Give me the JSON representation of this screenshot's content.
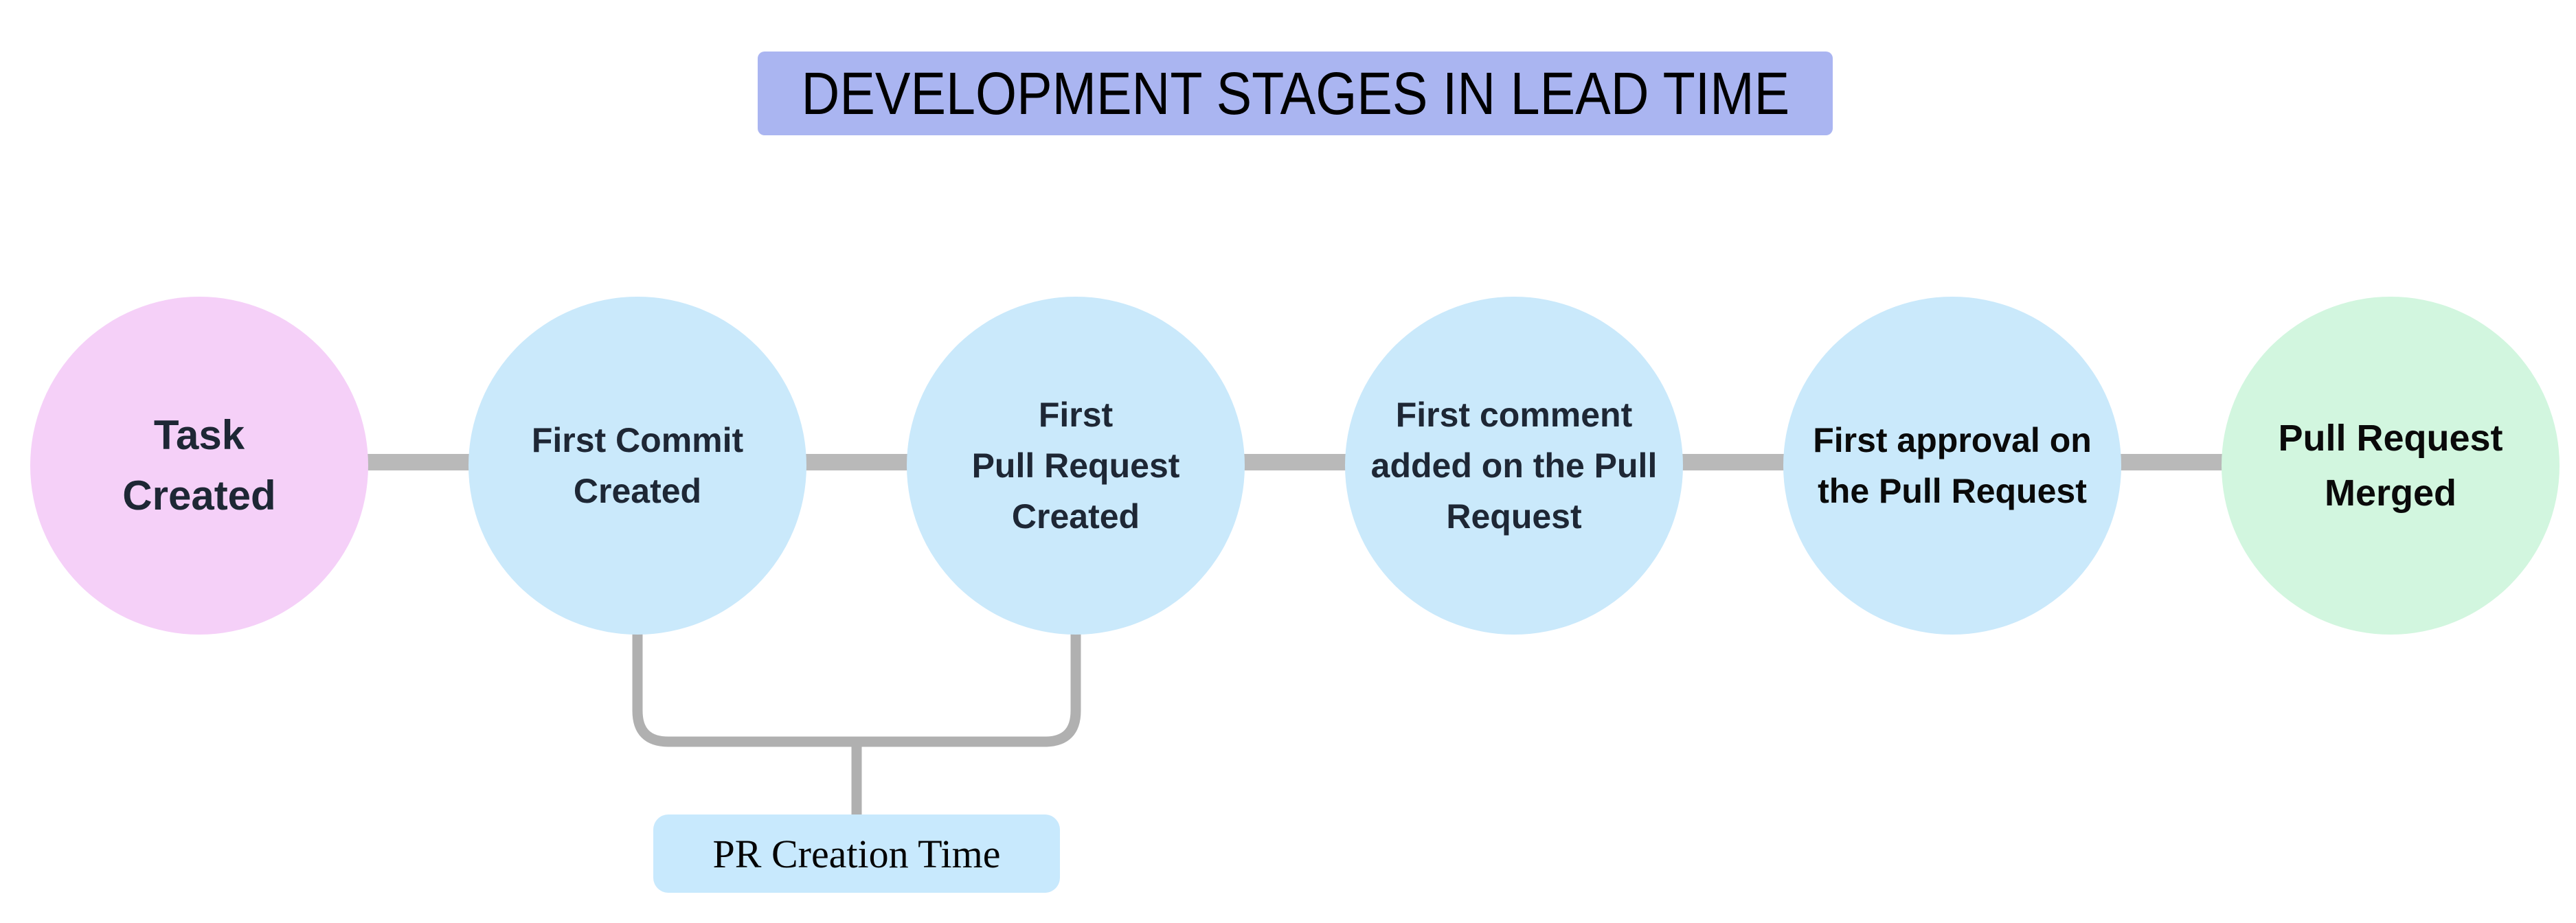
{
  "title": {
    "text": "DEVELOPMENT STAGES IN LEAD TIME"
  },
  "stages": [
    {
      "name": "task-created",
      "lines": [
        "Task",
        "Created"
      ]
    },
    {
      "name": "first-commit-created",
      "lines": [
        "First Commit",
        "Created"
      ]
    },
    {
      "name": "first-pull-request-created",
      "lines": [
        "First",
        "Pull Request",
        "Created"
      ]
    },
    {
      "name": "first-comment-added",
      "lines": [
        "First comment",
        "added on the Pull",
        "Request"
      ]
    },
    {
      "name": "first-approval",
      "lines": [
        "First approval on",
        "the Pull Request"
      ]
    },
    {
      "name": "pull-request-merged",
      "lines": [
        "Pull Request",
        "Merged"
      ]
    }
  ],
  "annotation": {
    "label": "PR Creation Time",
    "spans_stages": [
      "first-commit-created",
      "first-pull-request-created"
    ]
  },
  "colors": {
    "background": "#ffffff",
    "title_bg": "#aab5f1",
    "title_text": "#000000",
    "stage_pink": "#f5d0f8",
    "stage_blue": "#cae9fb",
    "stage_green": "#d2f6df",
    "connector_gray": "#b9b9b9",
    "bracket_gray": "#b0b0b0",
    "annotation_bg": "#c8e9fd",
    "stage_text_dark": "#1e2735",
    "stage_text_black": "#0a0a0a"
  }
}
